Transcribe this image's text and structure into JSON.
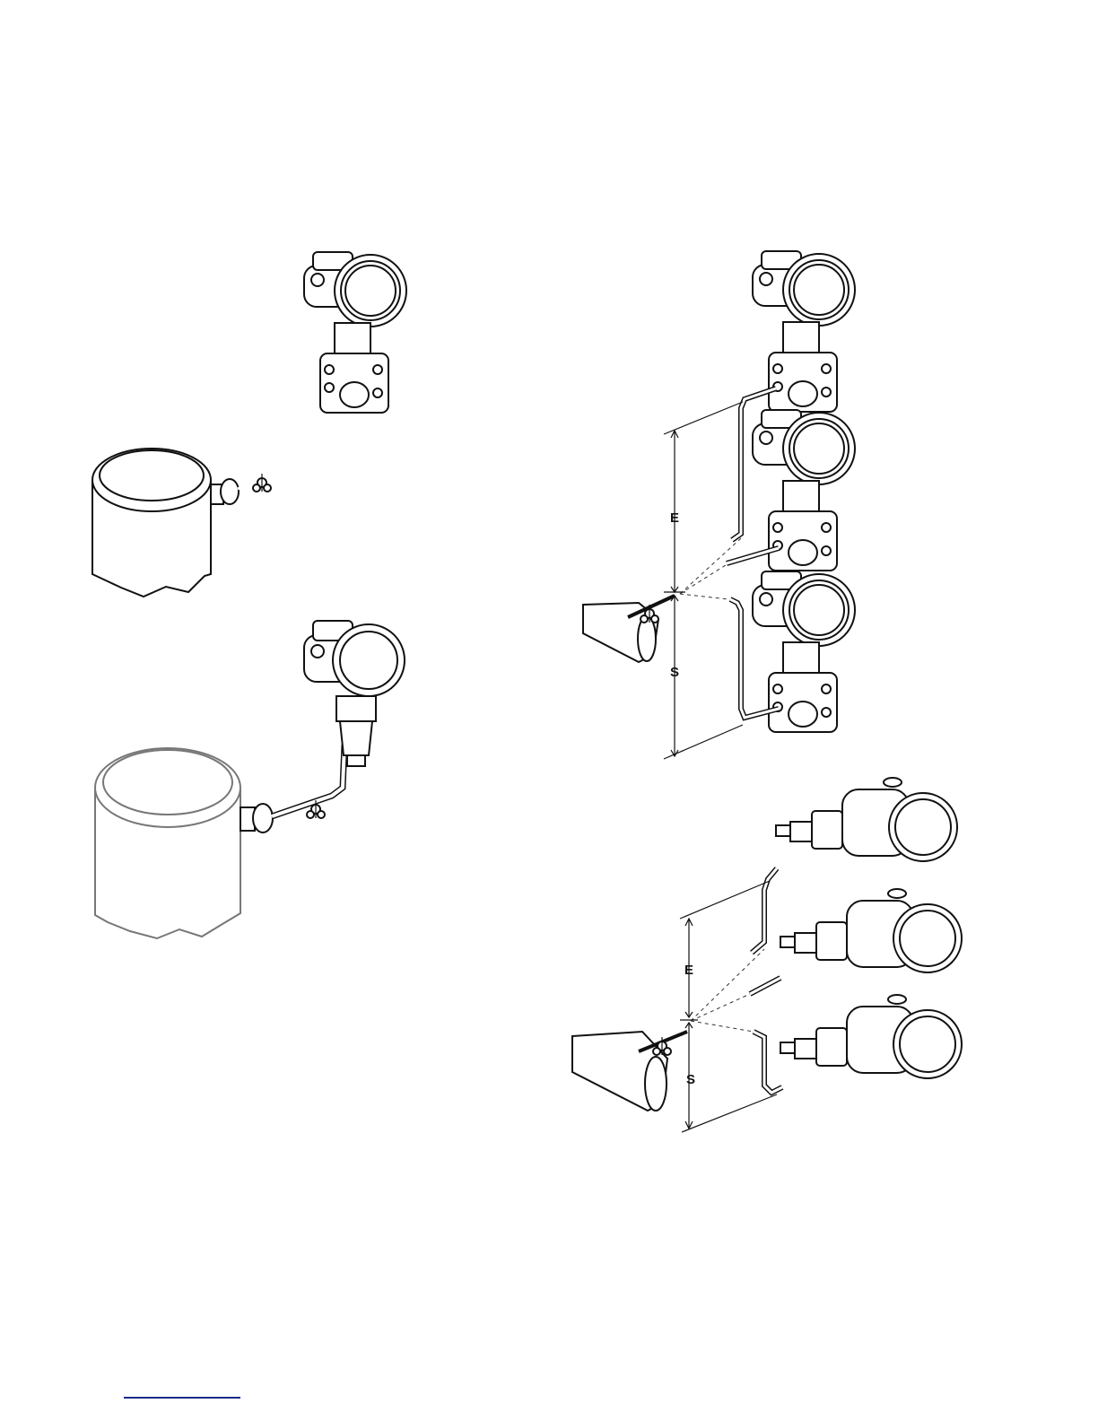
{
  "figures": {
    "upper_right": {
      "label_e": "E",
      "label_s": "S"
    },
    "lower_right": {
      "label_e": "E",
      "label_s": "S"
    }
  },
  "colors": {
    "line": "#111111",
    "footer_rule": "#1a2a8a"
  }
}
